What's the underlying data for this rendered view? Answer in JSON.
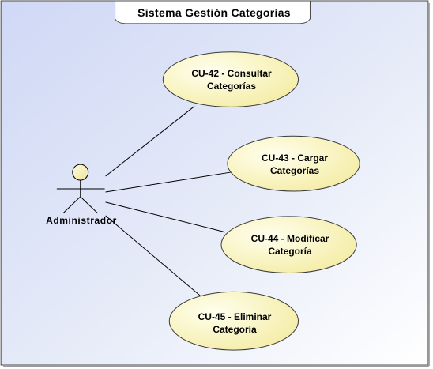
{
  "diagram": {
    "title": "Sistema Gestión Categorías",
    "colors": {
      "frame_background": "#dce3f7",
      "frame_border": "#4a4a4a",
      "use_case_fill": "#fcf7c2",
      "use_case_stroke": "#3a3a3a",
      "line": "#000000"
    },
    "actor": {
      "icon": "stick-figure-icon",
      "label": "Administrador"
    },
    "use_cases": [
      {
        "line1": "CU-42 - Consultar",
        "line2": "Categorías"
      },
      {
        "line1": "CU-43 - Cargar",
        "line2": "Categorías"
      },
      {
        "line1": "CU-44 - Modificar",
        "line2": "Categoría"
      },
      {
        "line1": "CU-45 - Eliminar",
        "line2": "Categoría"
      }
    ]
  }
}
